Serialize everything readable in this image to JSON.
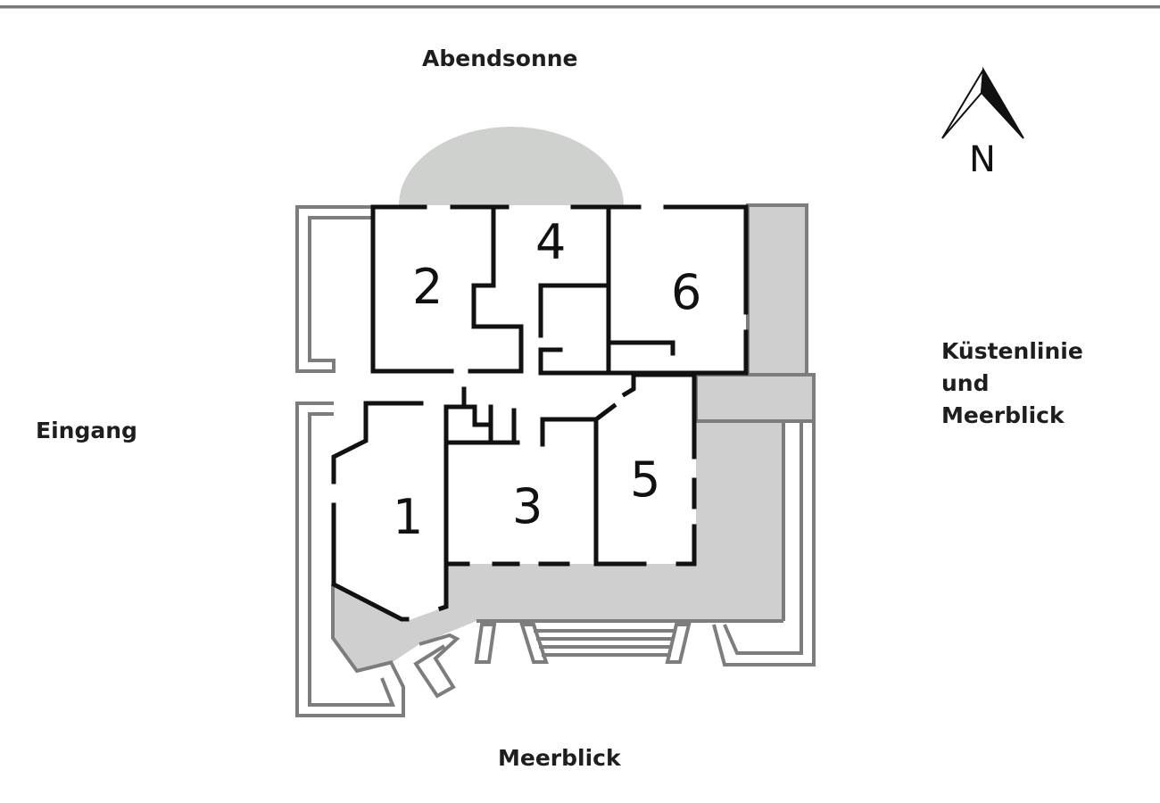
{
  "diagram": {
    "type": "floor_plan",
    "colors": {
      "wall": "#111111",
      "terrace_fill": "#cfcfcf",
      "terrace_outline": "#7d7d7d",
      "background": "#ffffff"
    },
    "orientation_labels": {
      "north": "Abendsonne",
      "west": "Eingang",
      "east": "Küstenlinie\nund\nMeerblick",
      "south": "Meerblick"
    },
    "compass": {
      "letter": "N"
    },
    "rooms": [
      {
        "id": "1",
        "label": "1"
      },
      {
        "id": "2",
        "label": "2"
      },
      {
        "id": "3",
        "label": "3"
      },
      {
        "id": "4",
        "label": "4"
      },
      {
        "id": "5",
        "label": "5"
      },
      {
        "id": "6",
        "label": "6"
      }
    ]
  }
}
